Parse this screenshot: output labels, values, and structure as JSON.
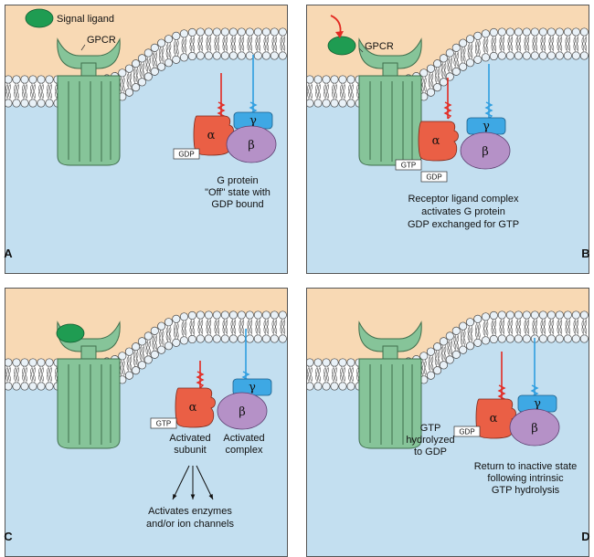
{
  "colors": {
    "extracellular": "#f8d9b4",
    "cytoplasm": "#c3dff0",
    "gpcr": "#86c499",
    "gpcr_stroke": "#3f6e4c",
    "alpha": "#ea5f45",
    "beta": "#b591c7",
    "gamma": "#3ea8e4",
    "ligand": "#1f9c52",
    "anchor_alpha": "#e32a22",
    "anchor_gamma": "#2e9ee0",
    "arrow": "#e32a22",
    "membrane_head": "#e9f1f7"
  },
  "icons": [
    "membrane-lipid-bilayer",
    "gpcr-receptor",
    "g-protein-alpha",
    "g-protein-beta",
    "g-protein-gamma",
    "signal-ligand",
    "arrow"
  ],
  "greek": {
    "alpha": "α",
    "beta": "β",
    "gamma": "γ"
  },
  "panels": [
    {
      "letter": "A",
      "labels": {
        "legend": "Signal ligand",
        "gpcr": "GPCR",
        "gdp": "GDP",
        "caption": [
          "G protein",
          "\"Off\" state with",
          "GDP bound"
        ]
      }
    },
    {
      "letter": "B",
      "labels": {
        "gpcr": "GPCR",
        "gtp": "GTP",
        "gdp": "GDP",
        "caption": [
          "Receptor ligand complex",
          "activates G protein",
          "GDP exchanged for GTP"
        ]
      }
    },
    {
      "letter": "C",
      "labels": {
        "gtp": "GTP",
        "subunit": [
          "Activated",
          "subunit"
        ],
        "complex": [
          "Activated",
          "complex"
        ],
        "effect": [
          "Activates enzymes",
          "and/or ion channels"
        ]
      }
    },
    {
      "letter": "D",
      "labels": {
        "gdp": "GDP",
        "hydrolysis": [
          "GTP",
          "hydrolyzed",
          "to GDP"
        ],
        "return": [
          "Return to inactive state",
          "following intrinsic",
          "GTP hydrolysis"
        ]
      }
    }
  ]
}
